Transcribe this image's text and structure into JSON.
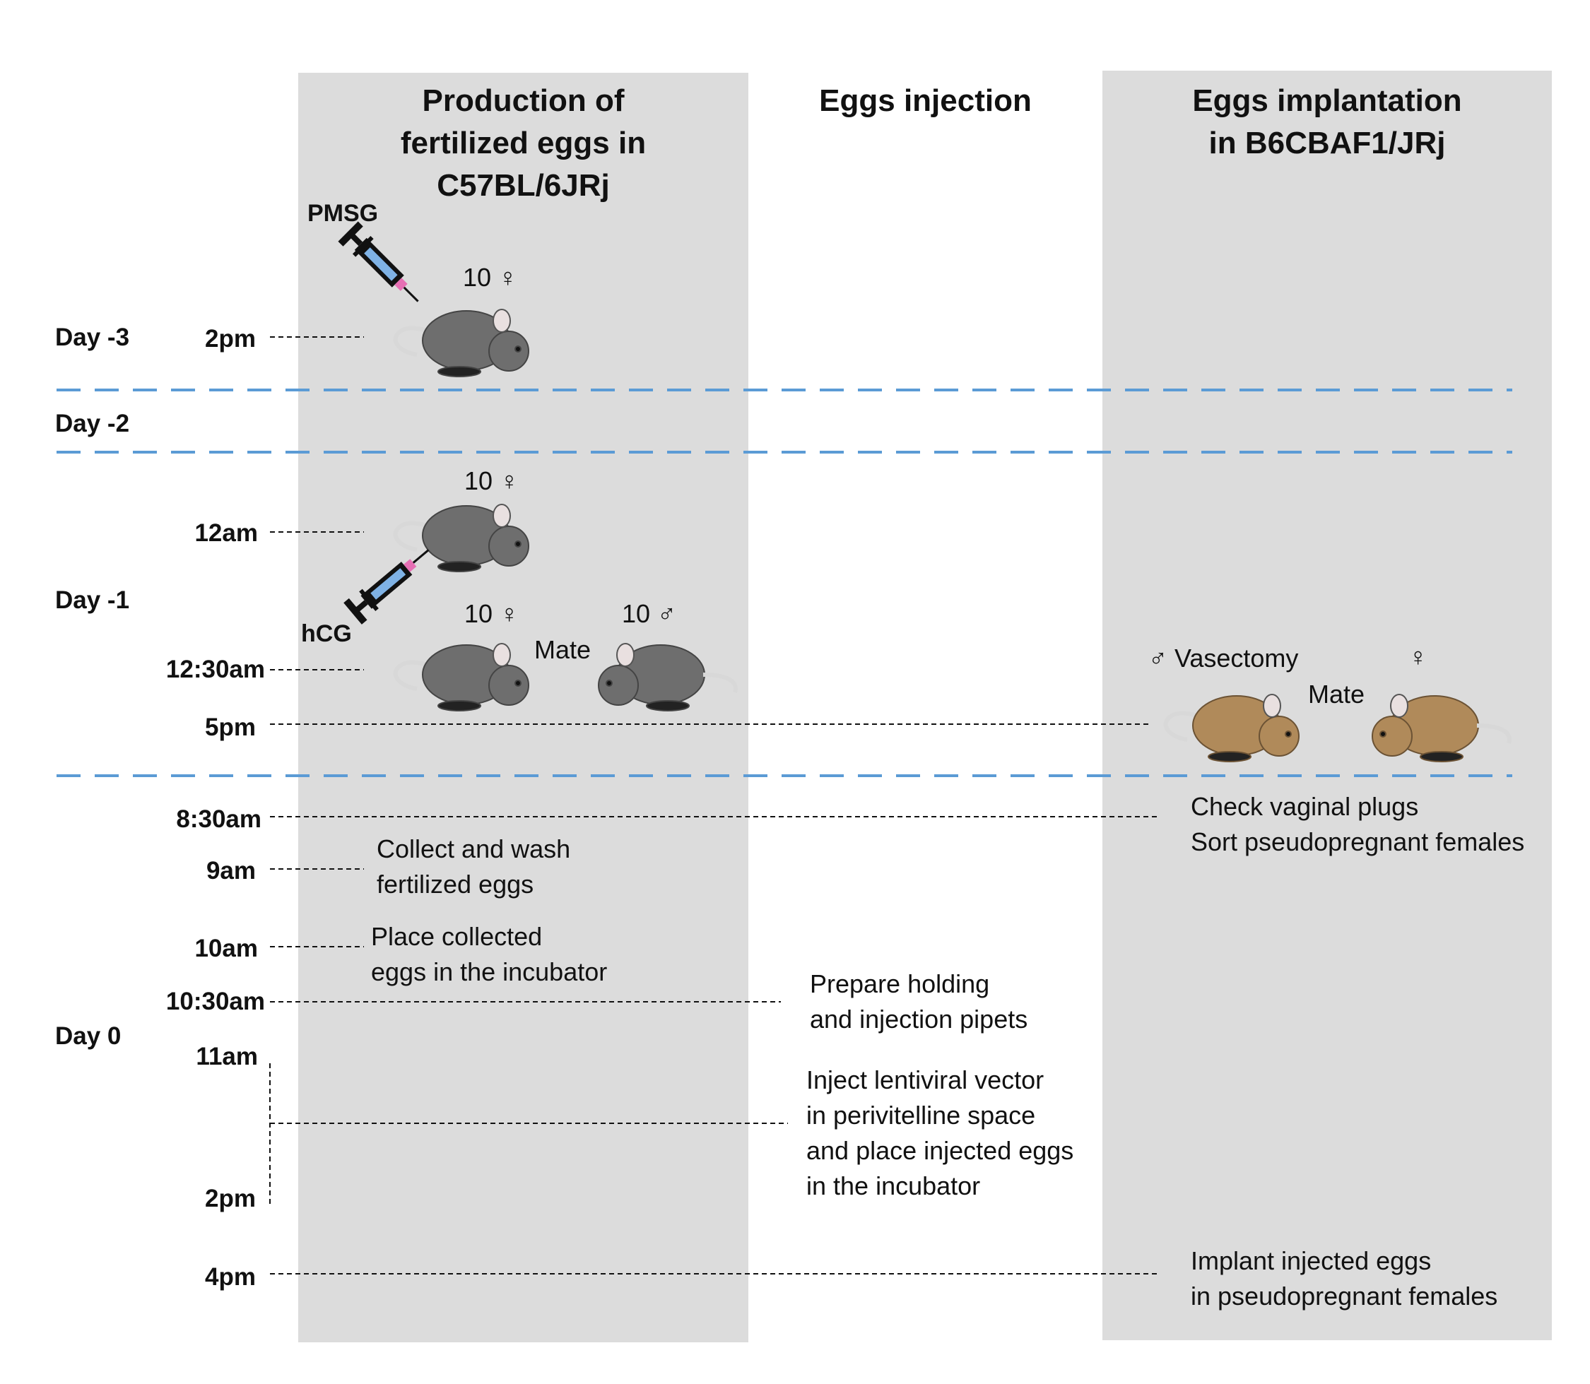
{
  "columns": [
    {
      "title": "Production of\nfertilized eggs in\nC57BL/6JRj"
    },
    {
      "title": "Eggs injection"
    },
    {
      "title": "Eggs implantation\nin B6CBAF1/JRj"
    }
  ],
  "days": [
    "Day -3",
    "Day -2",
    "Day -1",
    "Day 0"
  ],
  "times": [
    "2pm",
    "12am",
    "12:30am",
    "5pm",
    "8:30am",
    "9am",
    "10am",
    "10:30am",
    "11am",
    "2pm",
    "4pm"
  ],
  "drugs": {
    "pmsg": "PMSG",
    "hcg": "hCG"
  },
  "counts": {
    "f1": "10 ♀",
    "f2": "10 ♀",
    "f3": "10 ♀",
    "m1": "10 ♂"
  },
  "labels": {
    "mate1": "Mate",
    "mate2": "Mate",
    "vasectomy": "♂ Vasectomy",
    "female": "♀",
    "check_plugs": "Check vaginal plugs\nSort pseudopregnant females",
    "collect": "Collect and wash\nfertilized eggs",
    "place": "Place collected\neggs in the incubator",
    "prepare": "Prepare holding\nand injection pipets",
    "inject": "Inject lentiviral vector\nin perivitelline space\nand place injected eggs\nin the incubator",
    "implant": "Implant injected eggs\nin pseudopregnant females"
  },
  "colors": {
    "column_bg": "#dcdcdc",
    "day_divider": "#5b9bd5",
    "grey_mouse": "#6e6e6e",
    "brown_mouse": "#b08a5a",
    "syringe_liquid": "#7fb2e5",
    "needle_hub": "#e66fb4"
  }
}
